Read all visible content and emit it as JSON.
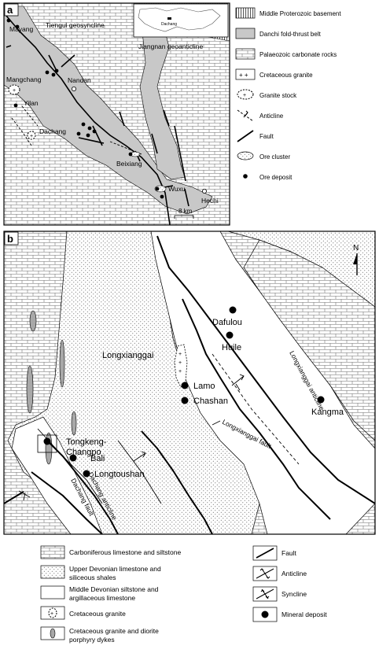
{
  "panel_a": {
    "tag": "a",
    "labels": {
      "mayang": "Mayang",
      "tiengui": "Tiengui geosyncline",
      "jiangnan": "Jiangnan geoanticline",
      "mangchang": "Mangchang",
      "nandan": "Nandan",
      "yilan": "Yilan",
      "dachang": "Dachang",
      "beixiang": "Beixiang",
      "wuxu": "Wuxu",
      "hechi": "Hechi",
      "scale": "8 km",
      "inset_place": "Dachang"
    },
    "legend": [
      {
        "label": "Middle Proterozoic basement"
      },
      {
        "label": "Danchi fold-thrust belt"
      },
      {
        "label": "Palaeozoic carbonate rocks"
      },
      {
        "label": "Cretaceous granite"
      },
      {
        "label": "Granite stock"
      },
      {
        "label": "Anticline"
      },
      {
        "label": "Fault"
      },
      {
        "label": "Ore cluster"
      },
      {
        "label": "Ore deposit"
      }
    ]
  },
  "panel_b": {
    "tag": "b",
    "north": "N",
    "labels": {
      "dafulou": "Dafulou",
      "huile": "Huile",
      "longxianggai": "Longxianggai",
      "lamo": "Lamo",
      "chashan": "Chashan",
      "kangma": "Kangma",
      "tongkeng": "Tongkeng-",
      "changpo": "Changpo",
      "bali": "Bali",
      "longtoushan": "Longtoushan",
      "longx_fault": "Longxianggai fault",
      "longx_anticline": "Longxianggai anticline",
      "dachang_anticline": "Dachang anticline",
      "dachang_fault": "Dachang fault"
    },
    "legend_left": [
      {
        "label1": "Carboniferous limestone and siltstone",
        "label2": ""
      },
      {
        "label1": "Upper Devonian limestone and",
        "label2": "siliceous shales"
      },
      {
        "label1": "Middle Devonian siltstone and",
        "label2": "argillaceous limestone"
      },
      {
        "label1": "Cretaceous granite",
        "label2": ""
      },
      {
        "label1": "Cretaceous granite and diorite",
        "label2": "porphyry dykes"
      }
    ],
    "legend_right": [
      {
        "label": "Fault"
      },
      {
        "label": "Anticline"
      },
      {
        "label": "Syncline"
      },
      {
        "label": "Mineral deposit"
      }
    ]
  },
  "colors": {
    "gray_fill": "#c8c8c8",
    "dyke_fill": "#a8a8a8",
    "line": "#000000"
  }
}
